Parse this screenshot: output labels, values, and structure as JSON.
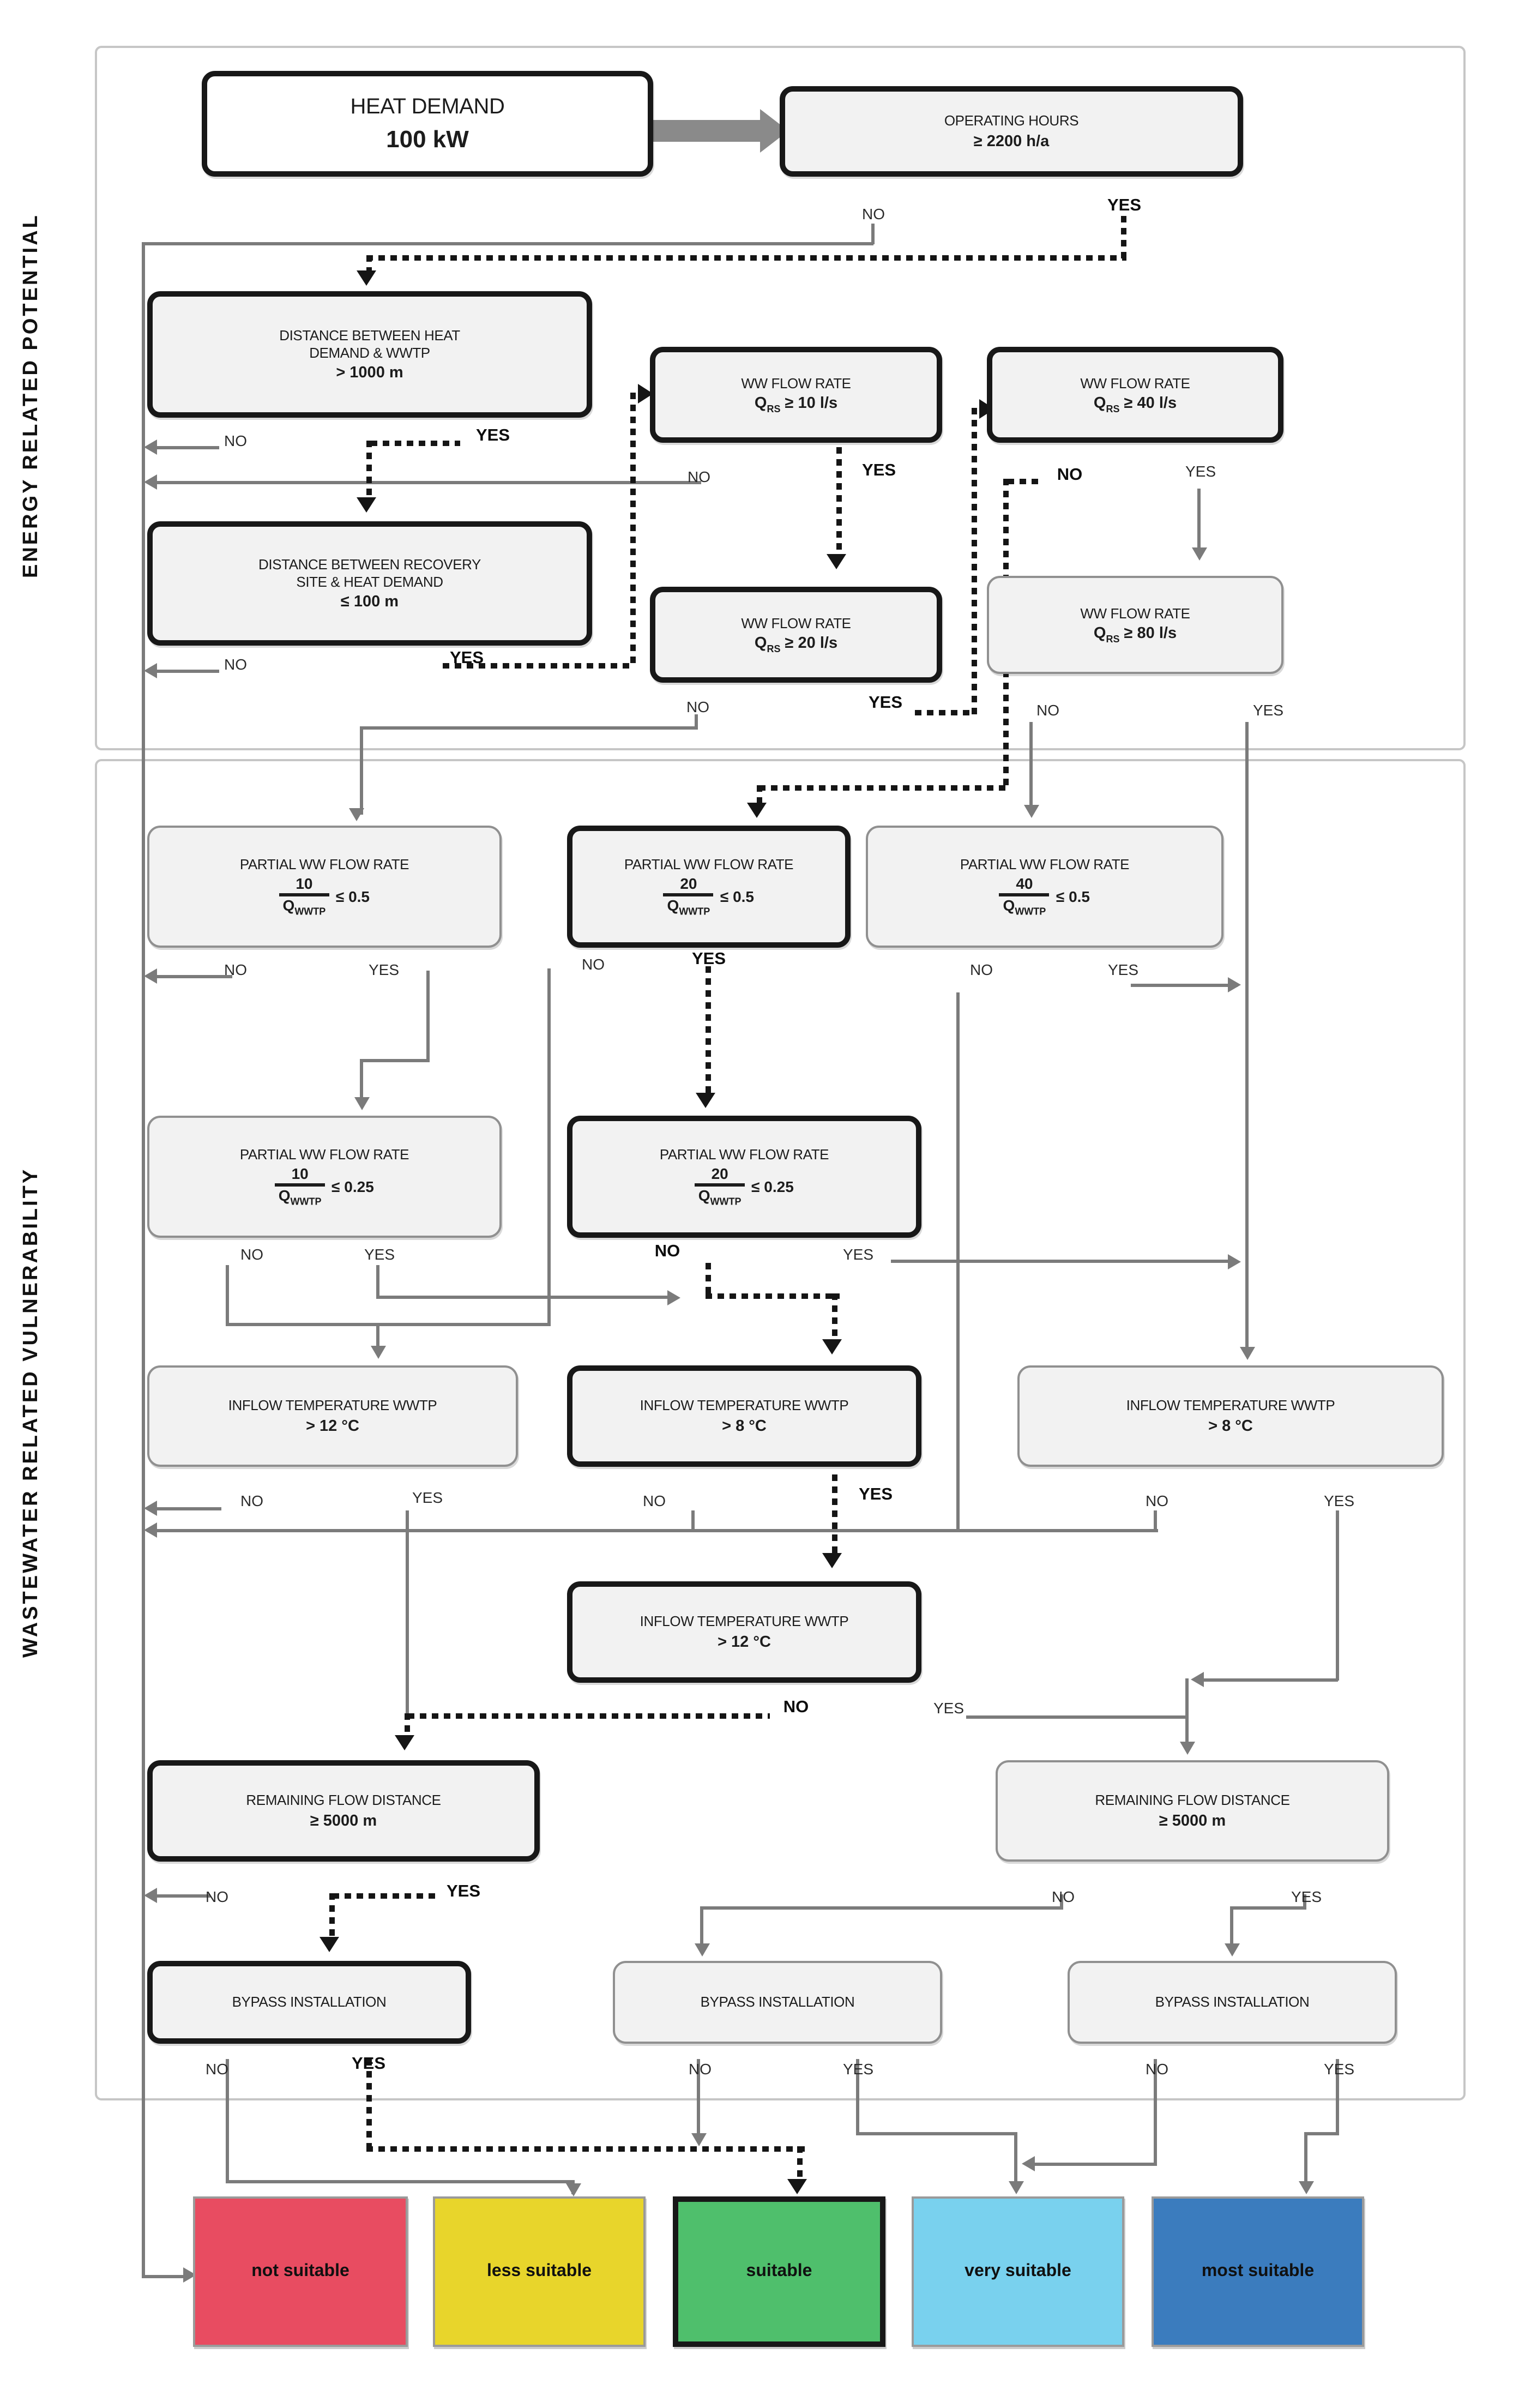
{
  "diagram": {
    "sections": [
      {
        "id": "energy",
        "label": "ENERGY RELATED POTENTIAL"
      },
      {
        "id": "wastewater",
        "label": "WASTEWATER RELATED VULNERABILITY"
      }
    ],
    "nodes": [
      {
        "id": "heat-demand",
        "lines": [
          "HEAT DEMAND"
        ],
        "value": "100 kW"
      },
      {
        "id": "operating-hours",
        "lines": [
          "OPERATING HOURS"
        ],
        "value": "≥ 2200 h/a",
        "no": "NO",
        "yes": "YES"
      },
      {
        "id": "distance-wwtp",
        "lines": [
          "DISTANCE BETWEEN HEAT",
          "DEMAND & WWTP"
        ],
        "value": "> 1000 m",
        "no": "NO",
        "yes": "YES"
      },
      {
        "id": "ww-flow-10",
        "lines": [
          "WW FLOW RATE"
        ],
        "q": {
          "base": "Q",
          "sub": "RS",
          "rest": " ≥ 10 l/s"
        },
        "no": "NO",
        "yes": "YES"
      },
      {
        "id": "ww-flow-40",
        "lines": [
          "WW FLOW RATE"
        ],
        "q": {
          "base": "Q",
          "sub": "RS",
          "rest": " ≥ 40 l/s"
        },
        "no": "NO",
        "yes": "YES"
      },
      {
        "id": "distance-recovery",
        "lines": [
          "DISTANCE BETWEEN RECOVERY",
          "SITE & HEAT DEMAND"
        ],
        "value": "≤ 100 m",
        "no": "NO",
        "yes": "YES"
      },
      {
        "id": "ww-flow-20",
        "lines": [
          "WW FLOW RATE"
        ],
        "q": {
          "base": "Q",
          "sub": "RS",
          "rest": " ≥ 20 l/s"
        },
        "no": "NO",
        "yes": "YES"
      },
      {
        "id": "ww-flow-80",
        "lines": [
          "WW FLOW RATE"
        ],
        "q": {
          "base": "Q",
          "sub": "RS",
          "rest": " ≥ 80 l/s"
        },
        "no": "NO",
        "yes": "YES"
      },
      {
        "id": "partial-10-05",
        "lines": [
          "PARTIAL WW FLOW RATE"
        ],
        "fraction": {
          "num": "10",
          "den": "Q",
          "den_sub": "WWTP",
          "cmp": "≤ 0.5"
        },
        "no": "NO",
        "yes": "YES"
      },
      {
        "id": "partial-20-05",
        "lines": [
          "PARTIAL WW FLOW RATE"
        ],
        "fraction": {
          "num": "20",
          "den": "Q",
          "den_sub": "WWTP",
          "cmp": "≤ 0.5"
        },
        "no": "NO",
        "yes": "YES"
      },
      {
        "id": "partial-40-05",
        "lines": [
          "PARTIAL WW FLOW RATE"
        ],
        "fraction": {
          "num": "40",
          "den": "Q",
          "den_sub": "WWTP",
          "cmp": "≤ 0.5"
        },
        "no": "NO",
        "yes": "YES"
      },
      {
        "id": "partial-10-025",
        "lines": [
          "PARTIAL WW FLOW RATE"
        ],
        "fraction": {
          "num": "10",
          "den": "Q",
          "den_sub": "WWTP",
          "cmp": "≤ 0.25"
        },
        "no": "NO",
        "yes": "YES"
      },
      {
        "id": "partial-20-025",
        "lines": [
          "PARTIAL WW FLOW RATE"
        ],
        "fraction": {
          "num": "20",
          "den": "Q",
          "den_sub": "WWTP",
          "cmp": "≤ 0.25"
        },
        "no": "NO",
        "yes": "YES"
      },
      {
        "id": "inflow-temp-12-left",
        "lines": [
          "INFLOW TEMPERATURE WWTP"
        ],
        "value": "> 12 °C",
        "no": "NO",
        "yes": "YES"
      },
      {
        "id": "inflow-temp-8-mid",
        "lines": [
          "INFLOW TEMPERATURE WWTP"
        ],
        "value": "> 8 °C",
        "no": "NO",
        "yes": "YES"
      },
      {
        "id": "inflow-temp-8-right",
        "lines": [
          "INFLOW TEMPERATURE WWTP"
        ],
        "value": "> 8 °C",
        "no": "NO",
        "yes": "YES"
      },
      {
        "id": "inflow-temp-12-mid",
        "lines": [
          "INFLOW TEMPERATURE WWTP"
        ],
        "value": "> 12 °C",
        "no": "NO",
        "yes": "YES"
      },
      {
        "id": "remaining-left",
        "lines": [
          "REMAINING  FLOW DISTANCE"
        ],
        "value": "≥ 5000 m",
        "no": "NO",
        "yes": "YES"
      },
      {
        "id": "remaining-right",
        "lines": [
          "REMAINING  FLOW DISTANCE"
        ],
        "value": "≥ 5000 m",
        "no": "NO",
        "yes": "YES"
      },
      {
        "id": "bypass-left",
        "lines": [
          "BYPASS INSTALLATION"
        ],
        "no": "NO",
        "yes": "YES"
      },
      {
        "id": "bypass-mid",
        "lines": [
          "BYPASS INSTALLATION"
        ],
        "no": "NO",
        "yes": "YES"
      },
      {
        "id": "bypass-right",
        "lines": [
          "BYPASS INSTALLATION"
        ],
        "no": "NO",
        "yes": "YES"
      }
    ],
    "terminals": [
      {
        "id": "not-suitable",
        "label": "not suitable",
        "color": "#E84C61"
      },
      {
        "id": "less-suitable",
        "label": "less suitable",
        "color": "#E8D52B"
      },
      {
        "id": "suitable",
        "label": "suitable",
        "color": "#4FBF6C",
        "highlight": true
      },
      {
        "id": "very-suitable",
        "label": "very suitable",
        "color": "#79D1EE"
      },
      {
        "id": "most-suitable",
        "label": "most suitable",
        "color": "#3B7CBE"
      }
    ]
  }
}
